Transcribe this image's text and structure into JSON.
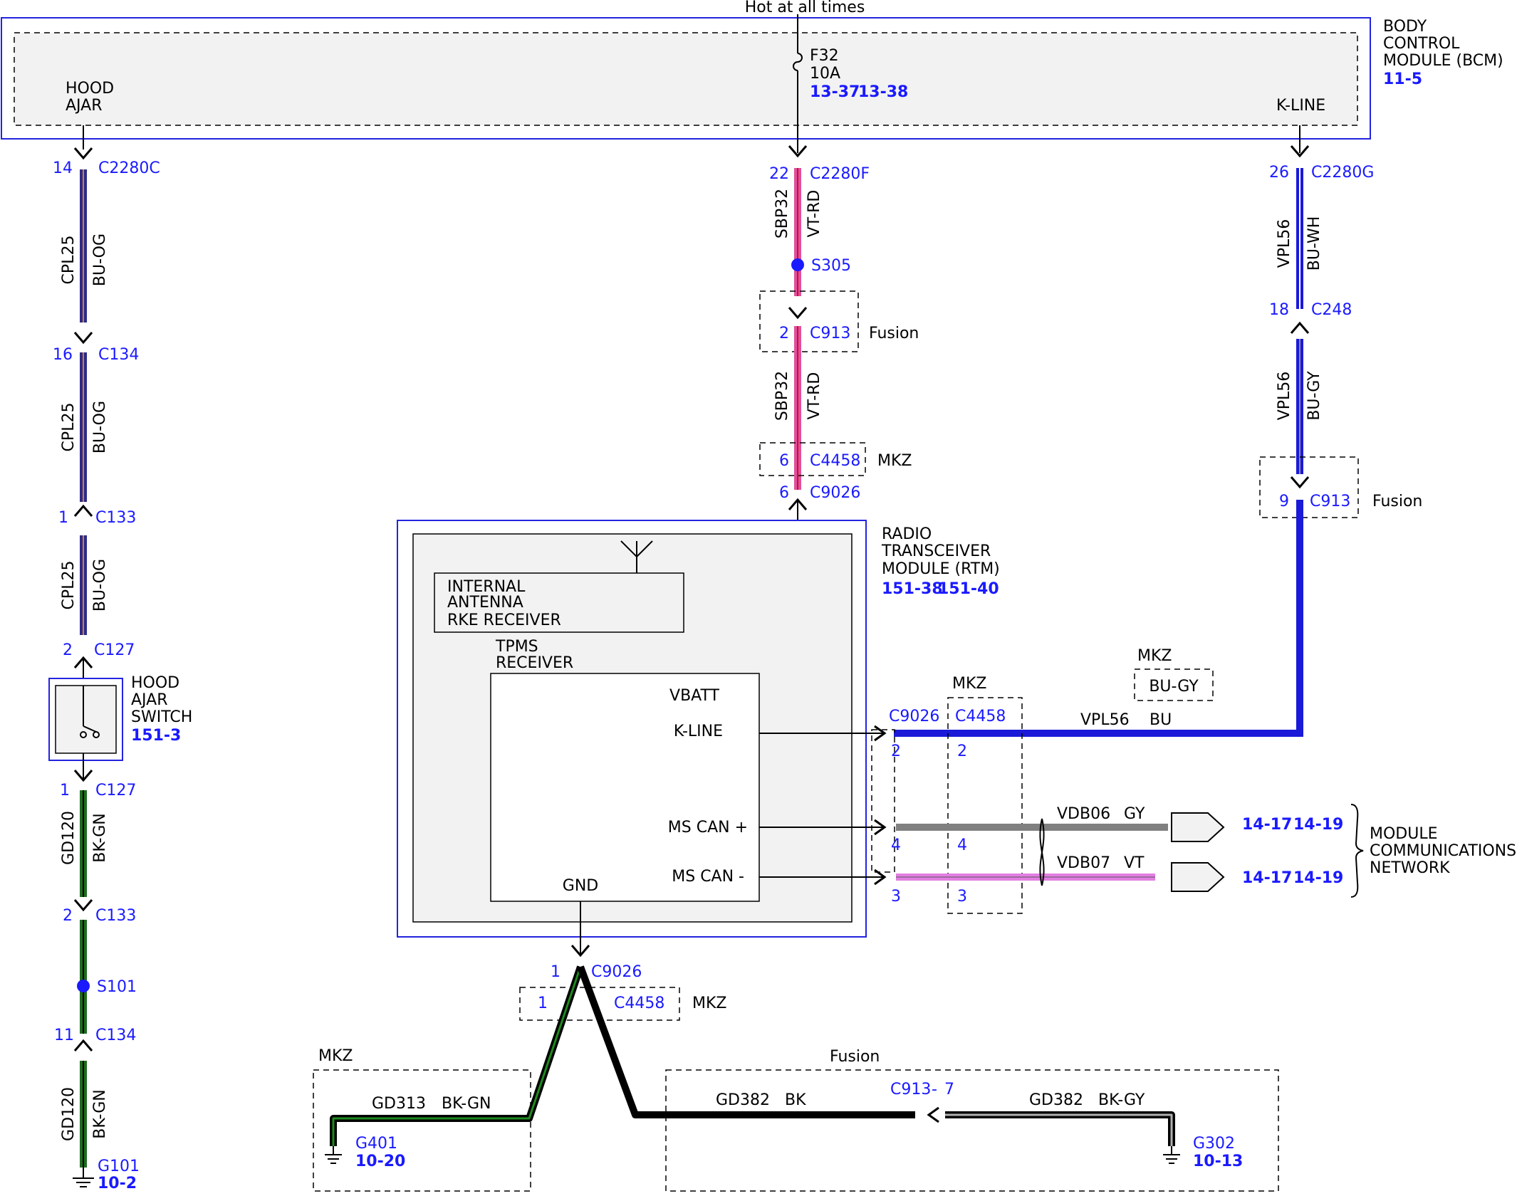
{
  "header": {
    "hot_label": "Hot at all times"
  },
  "bcm": {
    "title_lines": [
      "BODY",
      "CONTROL",
      "MODULE (BCM)"
    ],
    "ref": "11-5",
    "pin_hood_line1": "HOOD",
    "pin_hood_line2": "AJAR",
    "pin_kline": "K-LINE",
    "fuse_name": "F32",
    "fuse_rating": "10A",
    "fuse_ref1": "13-37",
    "fuse_ref2": "13-38"
  },
  "left_circuit": {
    "c1_pin": "14",
    "c1_name": "C2280C",
    "w1_circuit": "CPL25",
    "w1_color": "BU-OG",
    "c2_pin": "16",
    "c2_name": "C134",
    "w2_circuit": "CPL25",
    "w2_color": "BU-OG",
    "c3_pin": "1",
    "c3_name": "C133",
    "w3_circuit": "CPL25",
    "w3_color": "BU-OG",
    "c4_pin": "2",
    "c4_name": "C127",
    "switch_lines": [
      "HOOD",
      "AJAR",
      "SWITCH"
    ],
    "switch_ref": "151-3",
    "c5_pin": "1",
    "c5_name": "C127",
    "w4_circuit": "GD120",
    "w4_color": "BK-GN",
    "c6_pin": "2",
    "c6_name": "C133",
    "splice": "S101",
    "c7_pin": "11",
    "c7_name": "C134",
    "w5_circuit": "GD120",
    "w5_color": "BK-GN",
    "ground": "G101",
    "ground_ref": "10-2"
  },
  "mid_circuit": {
    "c1_pin": "22",
    "c1_name": "C2280F",
    "w1_circuit": "SBP32",
    "w1_color": "VT-RD",
    "splice": "S305",
    "c2_pin": "2",
    "c2_name": "C913",
    "c2_note": "Fusion",
    "w2_circuit": "SBP32",
    "w2_color": "VT-RD",
    "c3_pin": "6",
    "c3_name": "C4458",
    "c3_note": "MKZ",
    "c4_pin": "6",
    "c4_name": "C9026"
  },
  "right_circuit": {
    "c1_pin": "26",
    "c1_name": "C2280G",
    "w1_circuit": "VPL56",
    "w1_color": "BU-WH",
    "c2_pin": "18",
    "c2_name": "C248",
    "w2_circuit": "VPL56",
    "w2_color": "BU-GY",
    "c3_pin": "9",
    "c3_name": "C913",
    "c3_note": "Fusion",
    "mkz_note": "MKZ",
    "mkz_color": "BU-GY",
    "bottom_circuit": "VPL56",
    "bottom_color": "BU"
  },
  "rtm": {
    "title_lines": [
      "RADIO",
      "TRANSCEIVER",
      "MODULE (RTM)"
    ],
    "ref1": "151-38",
    "ref2": "151-40",
    "antenna_lines": [
      "INTERNAL",
      "ANTENNA",
      "RKE RECEIVER"
    ],
    "tpms_lines": [
      "TPMS",
      "RECEIVER"
    ],
    "pin_vbatt": "VBATT",
    "pin_kline": "K-LINE",
    "pin_mscan_plus": "MS CAN +",
    "pin_mscan_minus": "MS CAN -",
    "pin_gnd": "GND"
  },
  "network": {
    "c9026": "C9026",
    "c4458": "C4458",
    "mkz": "MKZ",
    "kline_pin_a": "2",
    "kline_pin_b": "2",
    "plus_pin_a": "4",
    "plus_pin_b": "4",
    "minus_pin_a": "3",
    "minus_pin_b": "3",
    "plus_circuit": "VDB06",
    "plus_color": "GY",
    "minus_circuit": "VDB07",
    "minus_color": "VT",
    "plus_ref1": "14-17",
    "plus_ref2": "14-19",
    "minus_ref1": "14-17",
    "minus_ref2": "14-19",
    "label_lines": [
      "MODULE",
      "COMMUNICATIONS",
      "NETWORK"
    ]
  },
  "ground_circuit": {
    "c1_pin": "1",
    "c1_name": "C9026",
    "c2_pin": "1",
    "c2_name": "C4458",
    "c2_note": "MKZ",
    "mkz_note": "MKZ",
    "left_circuit": "GD313",
    "left_color": "BK-GN",
    "left_ground": "G401",
    "left_ground_ref": "10-20",
    "fusion_note": "Fusion",
    "mid_circuit": "GD382",
    "mid_color": "BK",
    "c913_label": "C913",
    "c913_dash": "-",
    "c913_pin": "7",
    "right_circuit": "GD382",
    "right_color": "BK-GY",
    "right_ground": "G302",
    "right_ground_ref": "10-13"
  },
  "colors": {
    "link_blue": "#1a1aff",
    "module_border": "#2323e0",
    "wire_bu": "#1a1ad8",
    "wire_bu_og": "#2b2b8c",
    "wire_vt_rd": "#e0509c",
    "wire_bk_gn": "#1e6b1e",
    "wire_gy": "#808080",
    "wire_vt": "#e27fe2",
    "fill_gray": "#f2f2f2"
  }
}
